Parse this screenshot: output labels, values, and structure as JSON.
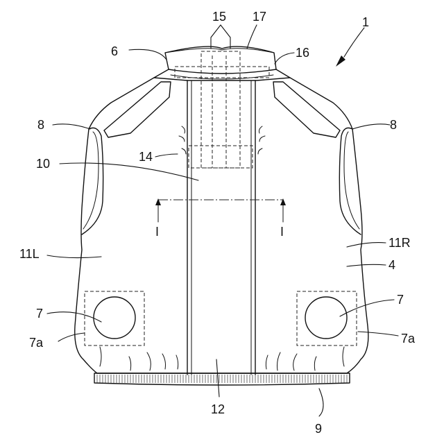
{
  "labels": {
    "fig": "1",
    "collar": "6",
    "pipe_left": "15",
    "pipe_right": "17",
    "duct": "16",
    "side_left": "8",
    "side_right": "8",
    "front_opening": "10",
    "vent_lower": "14",
    "section_left": "I",
    "section_right": "I",
    "panel_left": "11L",
    "panel_right": "11R",
    "body": "4",
    "fan_left": "7",
    "fan_right": "7",
    "fan_frame_left": "7a",
    "fan_frame_right": "7a",
    "placket": "12",
    "hem_band": "9"
  }
}
